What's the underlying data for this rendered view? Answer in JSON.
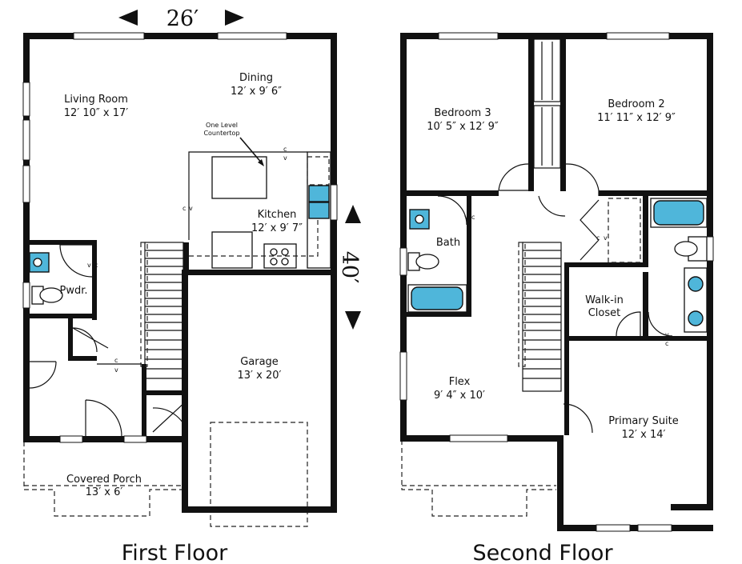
{
  "dimensions": {
    "width": "26′",
    "depth": "40′"
  },
  "floors": [
    {
      "title": "First Floor"
    },
    {
      "title": "Second Floor"
    }
  ],
  "first_floor_rooms": {
    "living": {
      "name": "Living Room",
      "size": "12′ 10″ x 17′"
    },
    "dining": {
      "name": "Dining",
      "size": "12′ x 9′ 6″"
    },
    "kitchen": {
      "name": "Kitchen",
      "size": "12′ x 9′ 7″"
    },
    "countertop_note": [
      "One Level",
      "Countertop"
    ],
    "powder": {
      "name": "Pwdr."
    },
    "garage": {
      "name": "Garage",
      "size": "13′ x 20′"
    },
    "porch": {
      "name": "Covered Porch",
      "size": "13′ x 6′"
    }
  },
  "second_floor_rooms": {
    "bedroom3": {
      "name": "Bedroom 3",
      "size": "10′ 5″ x 12′ 9″"
    },
    "bedroom2": {
      "name": "Bedroom 2",
      "size": "11′ 11″ x 12′ 9″"
    },
    "bath": {
      "name": "Bath"
    },
    "walkin": {
      "name": [
        "Walk-in",
        "Closet"
      ]
    },
    "flex": {
      "name": "Flex",
      "size": "9′ 4″ x 10′"
    },
    "primary": {
      "name": "Primary Suite",
      "size": "12′ x 14′"
    }
  },
  "markers": {
    "c": "c",
    "v": "v"
  }
}
